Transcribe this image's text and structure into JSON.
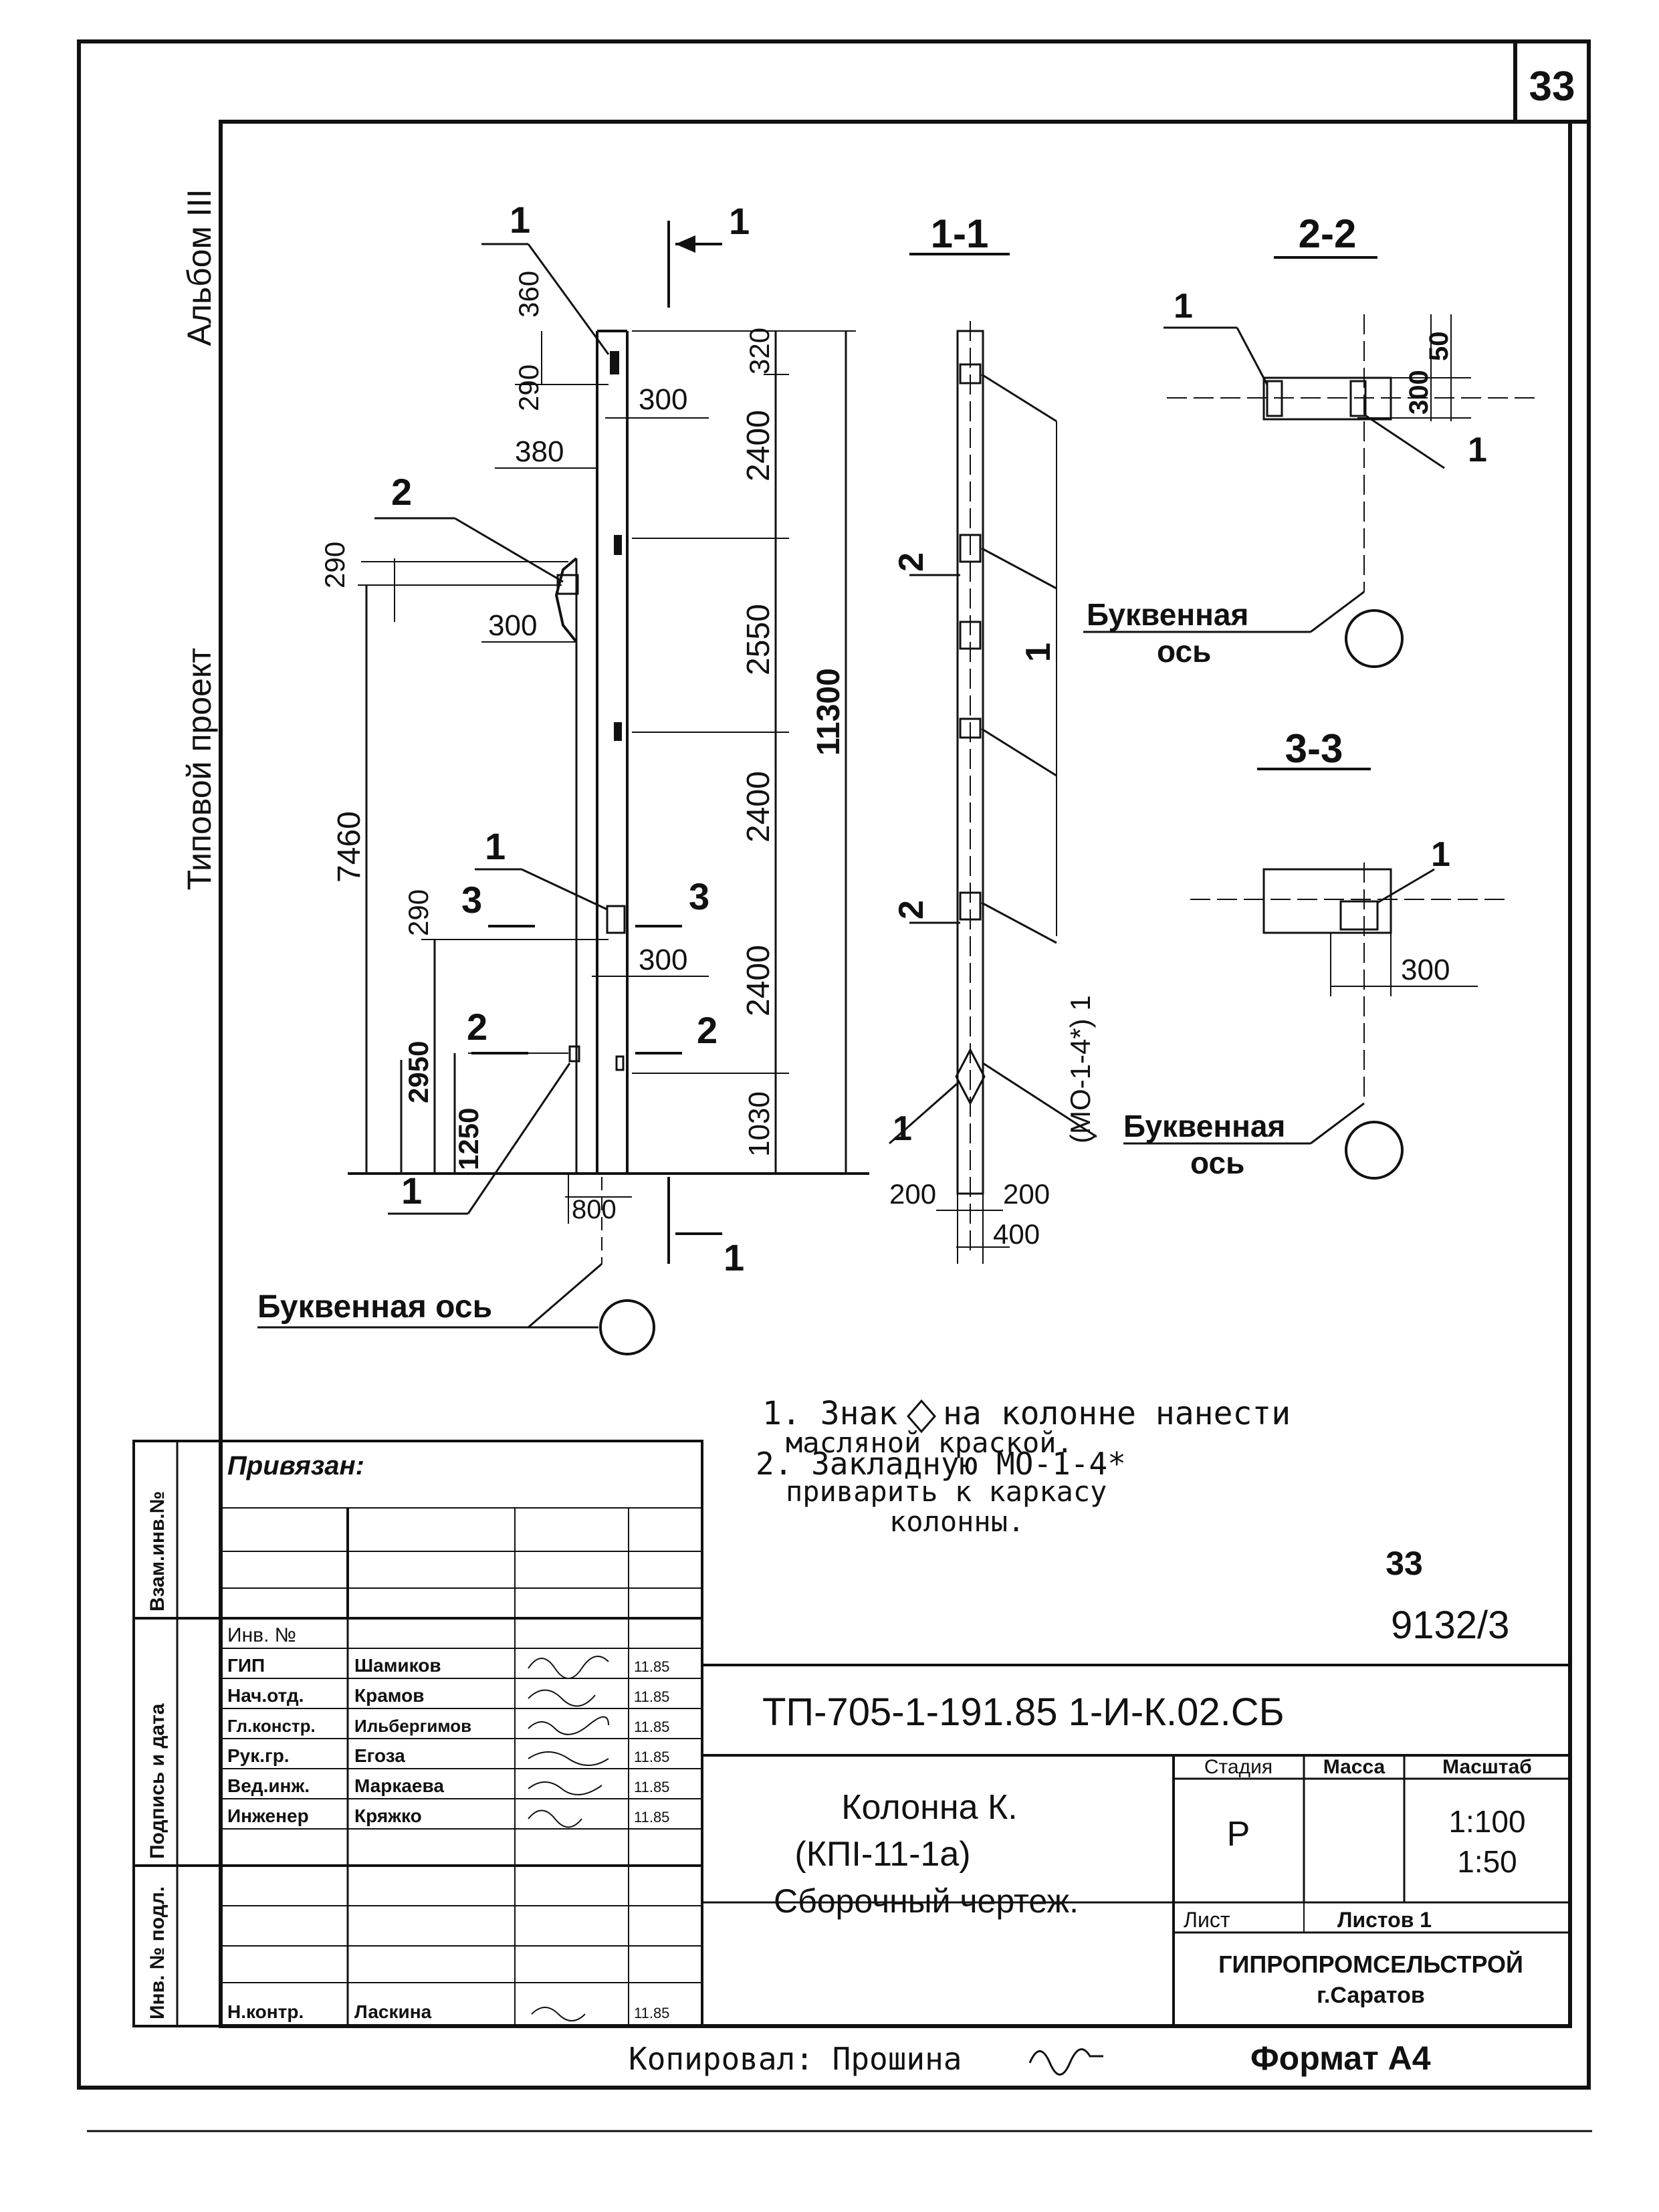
{
  "sheet": {
    "page_number": "33",
    "album": "Альбом III",
    "project_type": "Типовой проект",
    "bottom_copy": "Копировал: Прошина",
    "bottom_format": "Формат А4"
  },
  "views": {
    "section_1_1": "1-1",
    "section_2_2": "2-2",
    "section_3_3": "3-3",
    "axis_label_main": "Буквенная ось",
    "axis_label_2_2_a": "Буквенная",
    "axis_label_2_2_b": "ось",
    "axis_label_3_3_a": "Буквенная",
    "axis_label_3_3_b": "ось"
  },
  "dims": {
    "d360": "360",
    "d290_top": "290",
    "d300_top": "300",
    "d380": "380",
    "d320": "320",
    "d2400_a": "2400",
    "d2550": "2550",
    "d2400_b": "2400",
    "d2400_c": "2400",
    "d1030": "1030",
    "d11300": "11300",
    "d7460": "7460",
    "d290_mid": "290",
    "d300_mid": "300",
    "d290_low": "290",
    "d300_low": "300",
    "d2950": "2950",
    "d1250": "1250",
    "d800": "800",
    "d200_l": "200",
    "d200_r": "200",
    "d400": "400",
    "d300_22": "300",
    "d50_22": "50",
    "d300_33": "300",
    "mark_mo": "(МО-1-4*) 1"
  },
  "callouts": {
    "c1_top": "1",
    "c1_sec": "1",
    "c2_mid": "2",
    "c1_low": "1",
    "c3_left": "3",
    "c3_right": "3",
    "c2_left": "2",
    "c2_right": "2",
    "c1_bottom": "1",
    "c1_cut_bottom": "1",
    "s_2a": "2",
    "s_1a": "1",
    "s_2b": "2",
    "s_1b": "1",
    "v22_1a": "1",
    "v22_1b": "1",
    "v33_1": "1"
  },
  "notes": {
    "n1_a": "1. Знак",
    "n1_b": "на колонне нанести",
    "n1_c": "масляной краской.",
    "n2_a": "2. Закладную МО-1-4*",
    "n2_b": "приварить к каркасу",
    "n2_c": "колонны."
  },
  "stamp": {
    "privyazan": "Привязан:",
    "inv_label": "Инв. №",
    "vzam_label": "Взам.инв.№",
    "podpis_label": "Подпись и дата",
    "inv_podl_label": "Инв. № подл.",
    "sheet_num_small": "33",
    "order_num": "9132/3",
    "code": "ТП-705-1-191.85  1-И-К.02.СБ",
    "title_1": "Колонна К.",
    "title_2": "(КПI-11-1а)",
    "title_3": "Сборочный чертеж.",
    "h_stage": "Стадия",
    "h_mass": "Масса",
    "h_scale": "Масштаб",
    "stage": "Р",
    "scale_1": "1:100",
    "scale_2": "1:50",
    "list_label": "Лист",
    "lists_label": "Листов 1",
    "org_1": "ГИПРОПРОМСЕЛЬСТРОЙ",
    "org_2": "г.Саратов",
    "rows": [
      {
        "role": "ГИП",
        "name": "Шамиков",
        "date": "11.85"
      },
      {
        "role": "Нач.отд.",
        "name": "Крамов",
        "date": "11.85"
      },
      {
        "role": "Гл.констр.",
        "name": "Ильбергимов",
        "date": "11.85"
      },
      {
        "role": "Рук.гр.",
        "name": "Егоза",
        "date": "11.85"
      },
      {
        "role": "Вед.инж.",
        "name": "Маркаева",
        "date": "11.85"
      },
      {
        "role": "Инженер",
        "name": "Кряжко",
        "date": "11.85"
      }
    ],
    "norm_role": "Н.контр.",
    "norm_name": "Ласкина",
    "norm_date": "11.85"
  }
}
